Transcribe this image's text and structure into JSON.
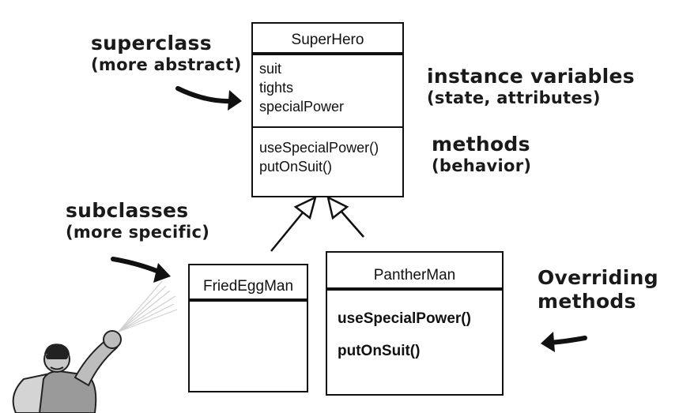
{
  "superhero": {
    "name": "SuperHero",
    "variables": [
      "suit",
      "tights",
      "specialPower"
    ],
    "methods": [
      "useSpecialPower()",
      "putOnSuit()"
    ]
  },
  "friedeggman": {
    "name": "FriedEggMan"
  },
  "pantherman": {
    "name": "PantherMan",
    "methods": [
      "useSpecialPower()",
      "putOnSuit()"
    ]
  },
  "notes": {
    "superclass": {
      "line1": "superclass",
      "line2": "(more abstract)"
    },
    "instance": {
      "line1": "instance variables",
      "line2": "(state, attributes)"
    },
    "methods": {
      "line1": "methods",
      "line2": "(behavior)"
    },
    "subclasses": {
      "line1": "subclasses",
      "line2": "(more specific)"
    },
    "overriding": {
      "line1": "Overriding",
      "line2": "methods"
    }
  },
  "icons": {
    "hero": "superhero-figure-icon"
  }
}
